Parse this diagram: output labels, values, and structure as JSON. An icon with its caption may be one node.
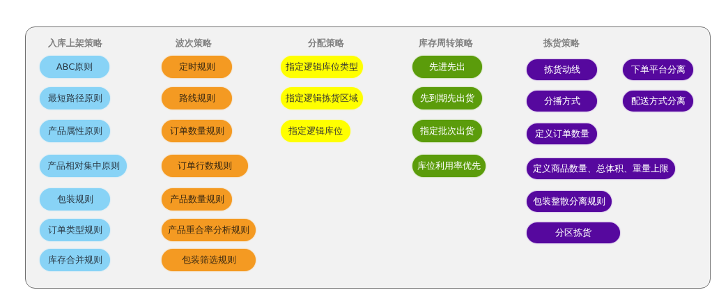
{
  "diagram": {
    "nodes": [
      {
        "text": [
          "入库上架策略",
          "波次策略",
          "分配策略",
          "库存周转策略",
          "拣货策略"
        ]
      },
      {
        "text": [
          "ABC原则"
        ],
        "in": 0
      },
      {
        "text": [
          "最短路径原则"
        ],
        "in": 0
      },
      {
        "text": [
          "产品属性原则"
        ],
        "in": 0
      },
      {
        "text": [
          "产品相对集中原则"
        ],
        "in": 0
      },
      {
        "text": [
          "包装规则"
        ],
        "in": 0
      },
      {
        "text": [
          "订单类型规则"
        ],
        "in": 0
      },
      {
        "text": [
          "库存合并规则"
        ],
        "in": 0
      },
      {
        "text": [
          "定时规则"
        ],
        "in": 0
      },
      {
        "text": [
          "路线规则"
        ],
        "in": 0
      },
      {
        "text": [
          "订单数量规则"
        ],
        "in": 0
      },
      {
        "text": [
          "订单行数规则"
        ],
        "in": 0
      },
      {
        "text": [
          "产品数量规则"
        ],
        "in": 0
      },
      {
        "text": [
          "产品重合率分析规则"
        ],
        "in": 0
      },
      {
        "text": [
          "包装筛选规则"
        ],
        "in": 0
      },
      {
        "text": [
          "指定逻辑库位类型"
        ],
        "in": 0
      },
      {
        "text": [
          "指定逻辑拣货区域"
        ],
        "in": 0
      },
      {
        "text": [
          "指定逻辑库位"
        ],
        "in": 0
      },
      {
        "text": [
          "先进先出"
        ],
        "in": 0
      },
      {
        "text": [
          "先到期先出货"
        ],
        "in": 0
      },
      {
        "text": [
          "指定批次出货"
        ],
        "in": 0
      },
      {
        "text": [
          "库位利用率优先"
        ],
        "in": 0
      },
      {
        "text": [
          "拣货动线"
        ],
        "in": 0
      },
      {
        "text": [
          "下单平台分离"
        ],
        "in": 0
      },
      {
        "text": [
          "分播方式"
        ],
        "in": 0
      },
      {
        "text": [
          "配送方式分离"
        ],
        "in": 0
      },
      {
        "text": [
          "定义订单数量"
        ],
        "in": 0
      },
      {
        "text": [
          "定义商品数量、总体积、重量上限"
        ],
        "in": 0
      },
      {
        "text": [
          "包装整散分离规则"
        ],
        "in": 0
      },
      {
        "text": [
          "分区拣货"
        ],
        "in": 0
      }
    ]
  }
}
